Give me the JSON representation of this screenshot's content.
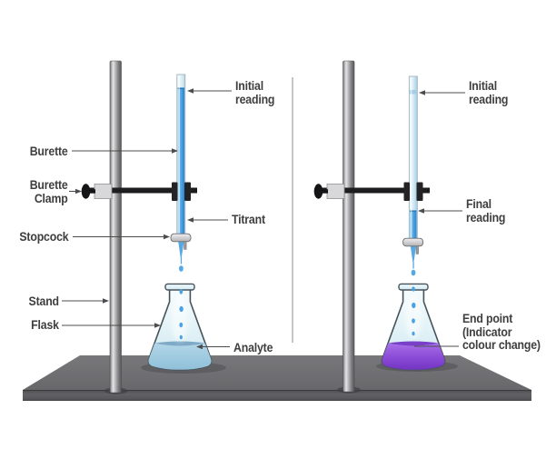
{
  "diagram": {
    "kind": "titration-apparatus",
    "background": "#ffffff"
  },
  "left_setup": {
    "labels": {
      "burette": "Burette",
      "burette_clamp": "Burette\nClamp",
      "stopcock": "Stopcock",
      "stand": "Stand",
      "flask": "Flask",
      "initial_reading": "Initial\nreading",
      "titrant": "Titrant",
      "analyte": "Analyte"
    }
  },
  "right_setup": {
    "labels": {
      "initial_reading": "Initial\nreading",
      "final_reading": "Final\nreading",
      "end_point": "End point\n(Indicator\ncolour change)"
    }
  },
  "colors": {
    "titrant_blue": "#55a9e8",
    "analyte_liquid": "#9fc9dd",
    "end_point_liquid": "#8a4ad6",
    "table_top": "#6e6e71",
    "table_front": "#58585b",
    "stand_pole": "#a8a8ab",
    "clamp_dark": "#1d1d1f",
    "label_text": "#3e3e3e",
    "leader_line": "#4c4c4c",
    "divider_line": "#8d8d8f"
  }
}
